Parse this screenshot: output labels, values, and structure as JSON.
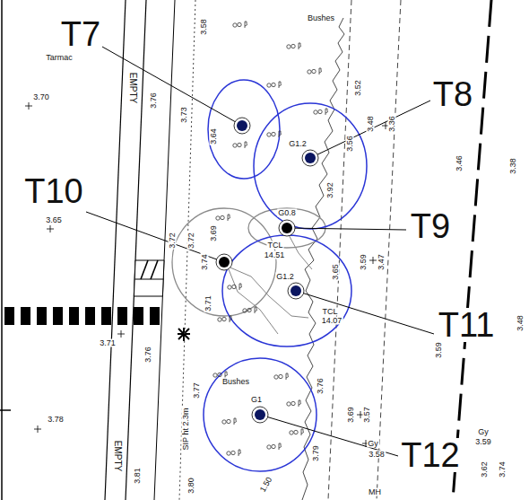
{
  "diagram": {
    "labels": [
      "T7",
      "Tarmac",
      "3.58",
      "Bushes",
      "T8",
      "3.70",
      "EMPTY",
      "3.76",
      "3.73",
      "3.64",
      "3.52",
      "3.48",
      "3.36",
      "3.56",
      "3.46",
      "3.38",
      "G1.2",
      "3.92",
      "T10",
      "3.65",
      "G0.8",
      "T9",
      "TCL",
      "14.51",
      "3.72",
      "3.72",
      "3.69",
      "3.74",
      "G1.2",
      "3.65",
      "3.59",
      "3.47",
      "3.71",
      "TCL",
      "14.07",
      "T11",
      "3.59",
      "3.48",
      "3.71",
      "3.76",
      "3.77",
      "Bushes",
      "3.76",
      "G1",
      "SIP ht 2.3m",
      "3.69",
      "3.57",
      "3.78",
      "Gy",
      "3.59",
      "Gy",
      "3.58",
      "T12",
      "3.79",
      "EMPTY",
      "3.81",
      "3.62",
      "3.74",
      "1.50",
      "3.80",
      "MH"
    ]
  }
}
